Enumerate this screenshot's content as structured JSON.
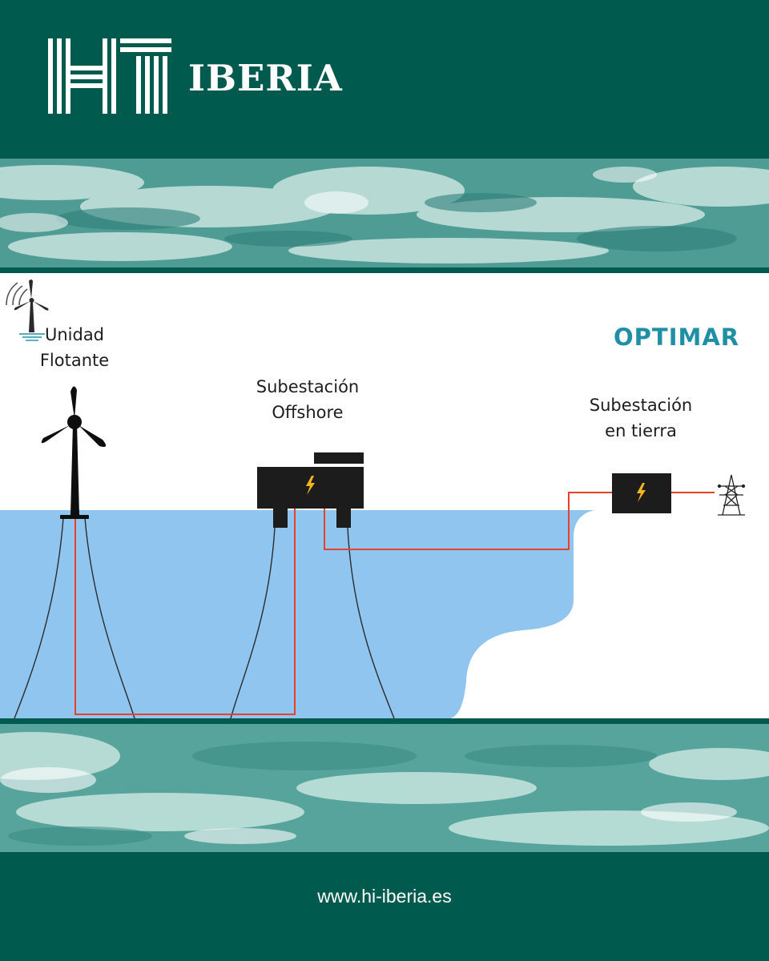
{
  "brand": {
    "name": "IBERIA",
    "logo_icon": "hi-logo-icon",
    "color": "#015a4e"
  },
  "diagram": {
    "nodes": {
      "floating_unit": "Unidad\nFlotante",
      "offshore_substation": "Subestación\nOffshore",
      "onshore_substation": "Subestación\nen tierra"
    },
    "icons": [
      "wind-turbine-icon",
      "substation-icon",
      "transmission-tower-icon",
      "lightning-icon"
    ],
    "colors": {
      "sea": "#90c5ef",
      "cable": "#e8412b",
      "mooring": "#2b2b2b",
      "equipment": "#1c1c1c",
      "bolt": "#f2b51d"
    }
  },
  "partner": {
    "name": "OPTIMAR",
    "icon": "optimar-turbine-icon",
    "color": "#1f8fa6"
  },
  "footer": {
    "website": "www.hi-iberia.es"
  }
}
